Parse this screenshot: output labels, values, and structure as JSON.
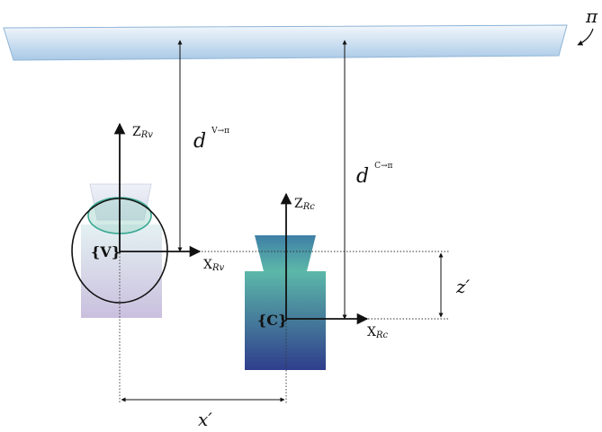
{
  "labels": {
    "plane": "π",
    "d_v_pi": {
      "base": "d",
      "sup": "V→π"
    },
    "d_c_pi": {
      "base": "d",
      "sup": "C→π"
    },
    "frame_v": "{V}",
    "frame_c": "{C}",
    "axis_z_v": {
      "base": "Z",
      "sub": "Rv"
    },
    "axis_x_v": {
      "base": "X",
      "sub": "Rv"
    },
    "axis_z_c": {
      "base": "Z",
      "sub": "Rc"
    },
    "axis_x_c": {
      "base": "X",
      "sub": "Rc"
    },
    "offset_x": "x′",
    "offset_z": "z′"
  },
  "colors": {
    "plane_top": "#f2f7fc",
    "plane_bottom": "#a9c9e6",
    "camera_top": "#5cb8a9",
    "camera_bottom": "#2f3e8c",
    "vcam_top": "#dfeff0",
    "vcam_bottom": "#c0b4d8",
    "line": "#111111"
  }
}
